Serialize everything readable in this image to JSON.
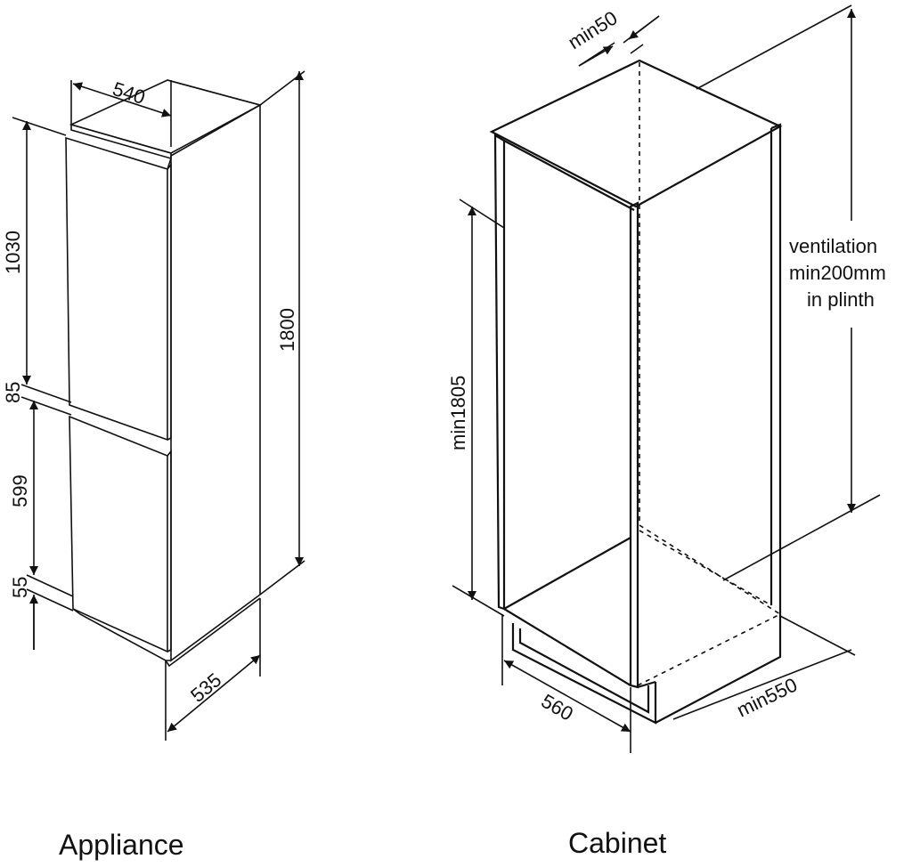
{
  "appliance": {
    "caption": "Appliance",
    "dimensions": {
      "width": "540",
      "depth": "535",
      "height": "1800",
      "upper_door": "1030",
      "gap": "85",
      "lower_door": "599",
      "plinth": "55"
    }
  },
  "cabinet": {
    "caption": "Cabinet",
    "dimensions": {
      "top_gap": "min50",
      "height": "min1805",
      "width": "560",
      "depth": "min550"
    },
    "ventilation_lines": [
      "ventilation",
      "min200mm",
      "in plinth"
    ]
  },
  "colors": {
    "line": "#111111",
    "side_panel": "#c8c8c8",
    "background": "#ffffff"
  }
}
